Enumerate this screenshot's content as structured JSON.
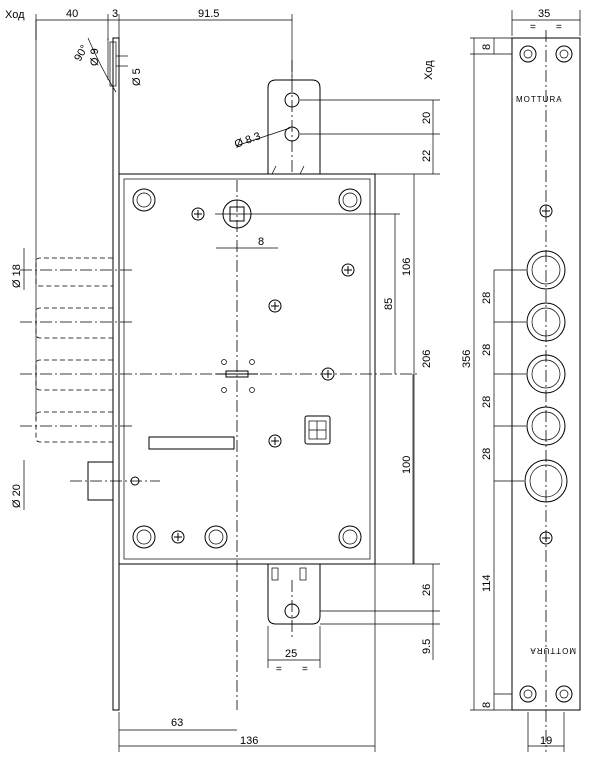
{
  "labels": {
    "travel_top_left": "Ход",
    "travel_top_right": "Ход",
    "brand_top": "MOTTURA",
    "brand_bottom": "MOTTURA"
  },
  "dimensions": {
    "d40": "40",
    "d3": "3",
    "d91_5": "91.5",
    "angle90": "90°",
    "dia9": "Ø 9",
    "dia5": "Ø 5",
    "dia8_3": "Ø 8.3",
    "d20": "20",
    "d22": "22",
    "sq8": "8",
    "d106": "106",
    "d85": "85",
    "d206": "206",
    "d356": "356",
    "d100": "100",
    "d26": "26",
    "d9_5": "9.5",
    "d25": "25",
    "d63": "63",
    "d136": "136",
    "dia18": "Ø 18",
    "dia20": "Ø 20",
    "d35": "35",
    "d8_top": "8",
    "d28_a": "28",
    "d28_b": "28",
    "d28_c": "28",
    "d28_d": "28",
    "d114": "114",
    "d8_bottom": "8",
    "d19": "19",
    "eq": "="
  }
}
